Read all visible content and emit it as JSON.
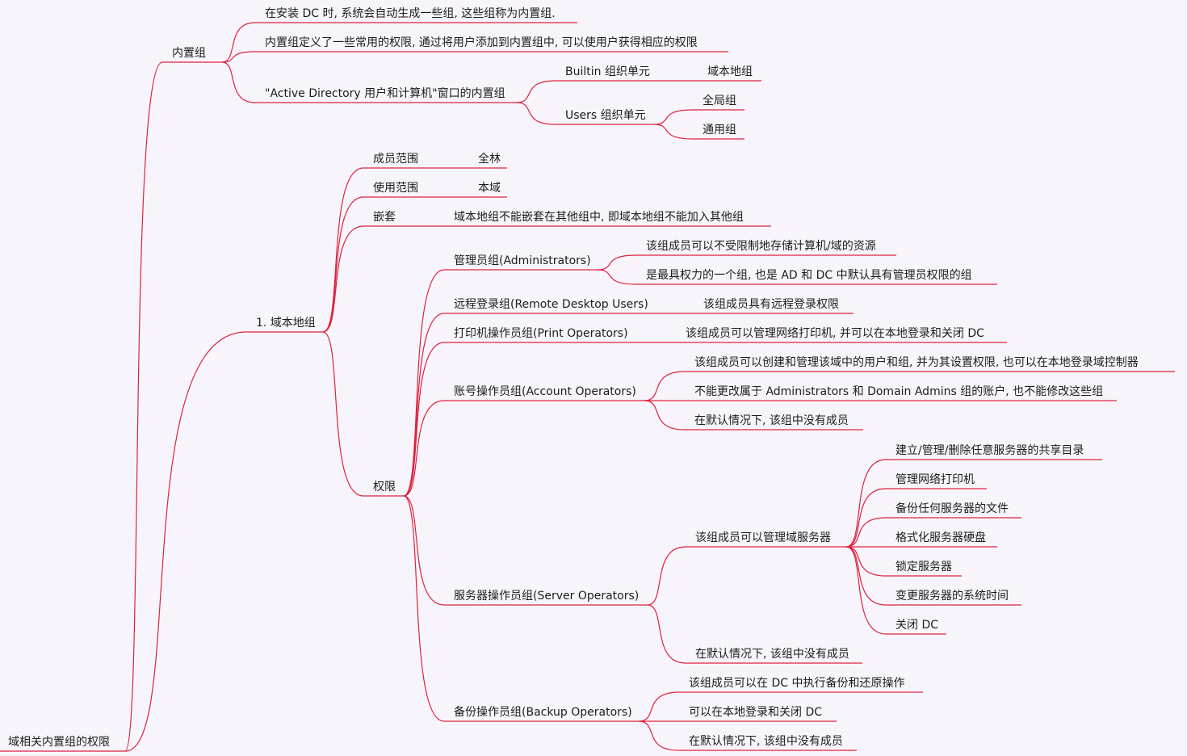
{
  "line_color": "#e0213f",
  "background": "#f7f5fb",
  "tree": {
    "label": "域相关内置组的权限",
    "children": [
      {
        "label": "内置组",
        "children": [
          {
            "label": "在安装 DC 时, 系统会自动生成一些组, 这些组称为内置组."
          },
          {
            "label": "内置组定义了一些常用的权限, 通过将用户添加到内置组中, 可以使用户获得相应的权限"
          },
          {
            "label": "\"Active Directory 用户和计算机\"窗口的内置组",
            "children": [
              {
                "label": "Builtin 组织单元",
                "children": [
                  {
                    "label": "域本地组"
                  }
                ]
              },
              {
                "label": "Users 组织单元",
                "children": [
                  {
                    "label": "全局组"
                  },
                  {
                    "label": "通用组"
                  }
                ]
              }
            ]
          }
        ]
      },
      {
        "label": "1. 域本地组",
        "children": [
          {
            "label": "成员范围",
            "children": [
              {
                "label": "全林"
              }
            ]
          },
          {
            "label": "使用范围",
            "children": [
              {
                "label": "本域"
              }
            ]
          },
          {
            "label": "嵌套",
            "children": [
              {
                "label": "域本地组不能嵌套在其他组中, 即域本地组不能加入其他组"
              }
            ]
          },
          {
            "label": "权限",
            "children": [
              {
                "label": "管理员组(Administrators)",
                "children": [
                  {
                    "label": "该组成员可以不受限制地存储计算机/域的资源"
                  },
                  {
                    "label": "是最具权力的一个组, 也是 AD 和 DC 中默认具有管理员权限的组"
                  }
                ]
              },
              {
                "label": "远程登录组(Remote Desktop Users)",
                "children": [
                  {
                    "label": "该组成员具有远程登录权限"
                  }
                ]
              },
              {
                "label": "打印机操作员组(Print Operators)",
                "children": [
                  {
                    "label": "该组成员可以管理网络打印机, 并可以在本地登录和关闭 DC"
                  }
                ]
              },
              {
                "label": "账号操作员组(Account Operators)",
                "children": [
                  {
                    "label": "该组成员可以创建和管理该域中的用户和组, 并为其设置权限, 也可以在本地登录域控制器"
                  },
                  {
                    "label": "不能更改属于 Administrators 和 Domain Admins 组的账户, 也不能修改这些组"
                  },
                  {
                    "label": "在默认情况下, 该组中没有成员"
                  }
                ]
              },
              {
                "label": "服务器操作员组(Server Operators)",
                "children": [
                  {
                    "label": "该组成员可以管理域服务器",
                    "children": [
                      {
                        "label": "建立/管理/删除任意服务器的共享目录"
                      },
                      {
                        "label": "管理网络打印机"
                      },
                      {
                        "label": "备份任何服务器的文件"
                      },
                      {
                        "label": "格式化服务器硬盘"
                      },
                      {
                        "label": "锁定服务器"
                      },
                      {
                        "label": "变更服务器的系统时间"
                      },
                      {
                        "label": "关闭 DC"
                      }
                    ]
                  },
                  {
                    "label": "在默认情况下, 该组中没有成员"
                  }
                ]
              },
              {
                "label": "备份操作员组(Backup Operators)",
                "children": [
                  {
                    "label": "该组成员可以在 DC 中执行备份和还原操作"
                  },
                  {
                    "label": "可以在本地登录和关闭 DC"
                  },
                  {
                    "label": "在默认情况下, 该组中没有成员"
                  }
                ]
              }
            ]
          }
        ]
      }
    ]
  }
}
